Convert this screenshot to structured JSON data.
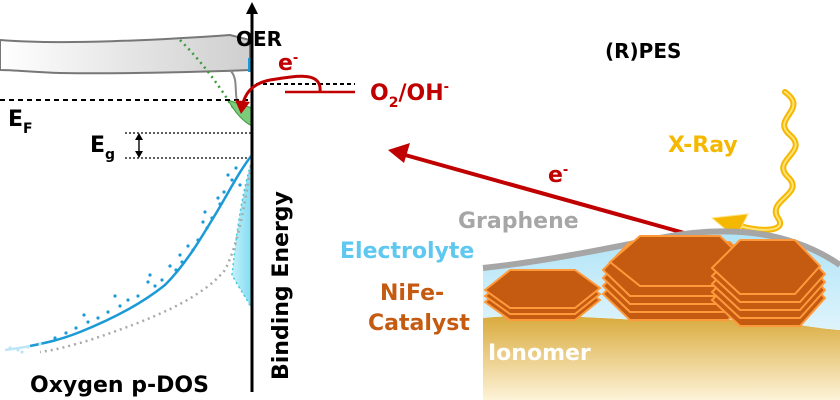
{
  "labels": {
    "oer": "OER",
    "electron": "e",
    "electron_sup": "-",
    "o2_oh_main": "O",
    "o2_oh_sub": "2",
    "o2_oh_rest": "/OH",
    "o2_oh_sup": "-",
    "fermi_main": "E",
    "fermi_sub": "F",
    "gap_main": "E",
    "gap_sub": "g",
    "binding_energy": "Binding Energy",
    "oxygen_pdos": "Oxygen p-DOS",
    "rpes": "(R)PES",
    "xray": "X-Ray",
    "graphene": "Graphene",
    "electrolyte": "Electrolyte",
    "catalyst_line1": "NiFe-",
    "catalyst_line2": "Catalyst",
    "ionomer": "Ionomer"
  },
  "colors": {
    "red": "#c00000",
    "xray": "#f5b800",
    "graphene": "#a6a6a6",
    "electrolyte": "#5ec8f0",
    "catalyst": "#c55a11",
    "catalyst_edge": "#ff9a3c",
    "ionomer": "#e8c46a",
    "dos_blue": "#1b9ad6",
    "dos_green": "#3a9a3a",
    "dos_gray": "#aaaaaa"
  }
}
